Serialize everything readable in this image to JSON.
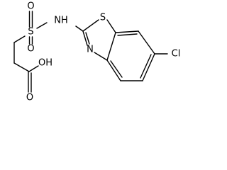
{
  "molecule": {
    "atoms": {
      "sulfonyl_s": "S",
      "sulfonyl_o_top": "O",
      "sulfonyl_o_bottom": "O",
      "amine_nh": "NH",
      "thiazole_s": "S",
      "thiazole_n": "N",
      "chloro": "Cl",
      "acid_oh": "OH",
      "acid_o": "O"
    }
  }
}
